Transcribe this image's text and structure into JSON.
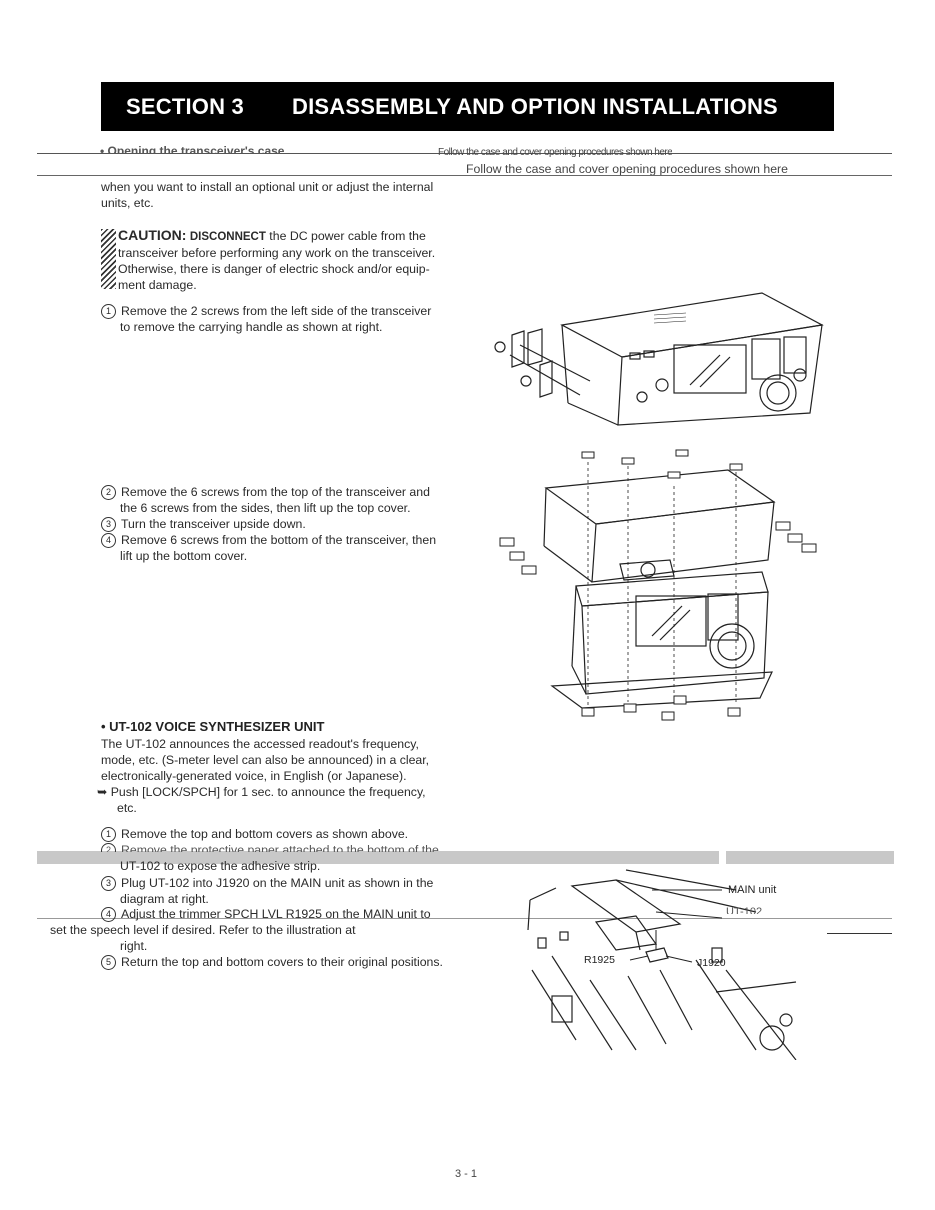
{
  "header": {
    "section": "SECTION 3",
    "title": "DISASSEMBLY AND OPTION INSTALLATIONS"
  },
  "opening": {
    "garbled_heading": "• Opening the transceiver's case",
    "right_heading_garbled": "Follow the case and cover opening procedures shown here",
    "right_line": "Follow the case and cover opening procedures shown here",
    "intro": [
      "when you want to install an optional unit or adjust the internal",
      "units, etc."
    ]
  },
  "caution": {
    "label": "CAUTION:",
    "keyword": "DISCONNECT",
    "lines": [
      " the DC power cable from the",
      "transceiver before performing any work on the transceiver.",
      "Otherwise, there is danger of electric shock and/or equip-",
      "ment damage."
    ]
  },
  "steps_case": [
    {
      "n": "1",
      "lines": [
        "Remove the 2 screws from the left side of the transceiver",
        "to remove the carrying handle as shown at right."
      ]
    },
    {
      "n": "2",
      "lines": [
        "Remove the 6 screws from the top of the transceiver and",
        "the 6 screws from the sides, then lift up the top cover."
      ]
    },
    {
      "n": "3",
      "lines": [
        "Turn the transceiver upside down."
      ]
    },
    {
      "n": "4",
      "lines": [
        "Remove 6 screws from the bottom of the transceiver, then",
        "lift up the bottom cover."
      ]
    }
  ],
  "ut102": {
    "heading": "• UT-102 VOICE SYNTHESIZER UNIT",
    "desc": [
      "The UT-102 announces the accessed readout's frequency,",
      "mode, etc. (S-meter level can also be announced) in a clear,",
      "electronically-generated voice, in English (or Japanese).",
      "➥ Push [LOCK/SPCH] for 1 sec. to announce the frequency,",
      "etc."
    ],
    "steps": [
      {
        "n": "1",
        "lines": [
          "Remove the top and bottom covers as shown above."
        ]
      },
      {
        "n": "2",
        "lines": [
          "Remove the protective paper attached to the bottom of the",
          "UT-102 to expose the adhesive strip."
        ]
      },
      {
        "n": "3",
        "lines": [
          "Plug UT-102 into J1920 on the MAIN unit as shown in the",
          "diagram at right."
        ]
      },
      {
        "n": "4",
        "lines": [
          "Adjust the trimmer SPCH LVL R1925 on the MAIN unit to",
          "set the speech level if desired. Refer to the illustration at",
          "right."
        ]
      },
      {
        "n": "5",
        "lines": [
          "Return the top and bottom covers to their original positions."
        ]
      }
    ],
    "labels": {
      "main_unit": "MAIN unit",
      "ut102": "UT-102",
      "r1925": "R1925",
      "j1920": "J1920"
    }
  },
  "page_number": "3 - 1"
}
